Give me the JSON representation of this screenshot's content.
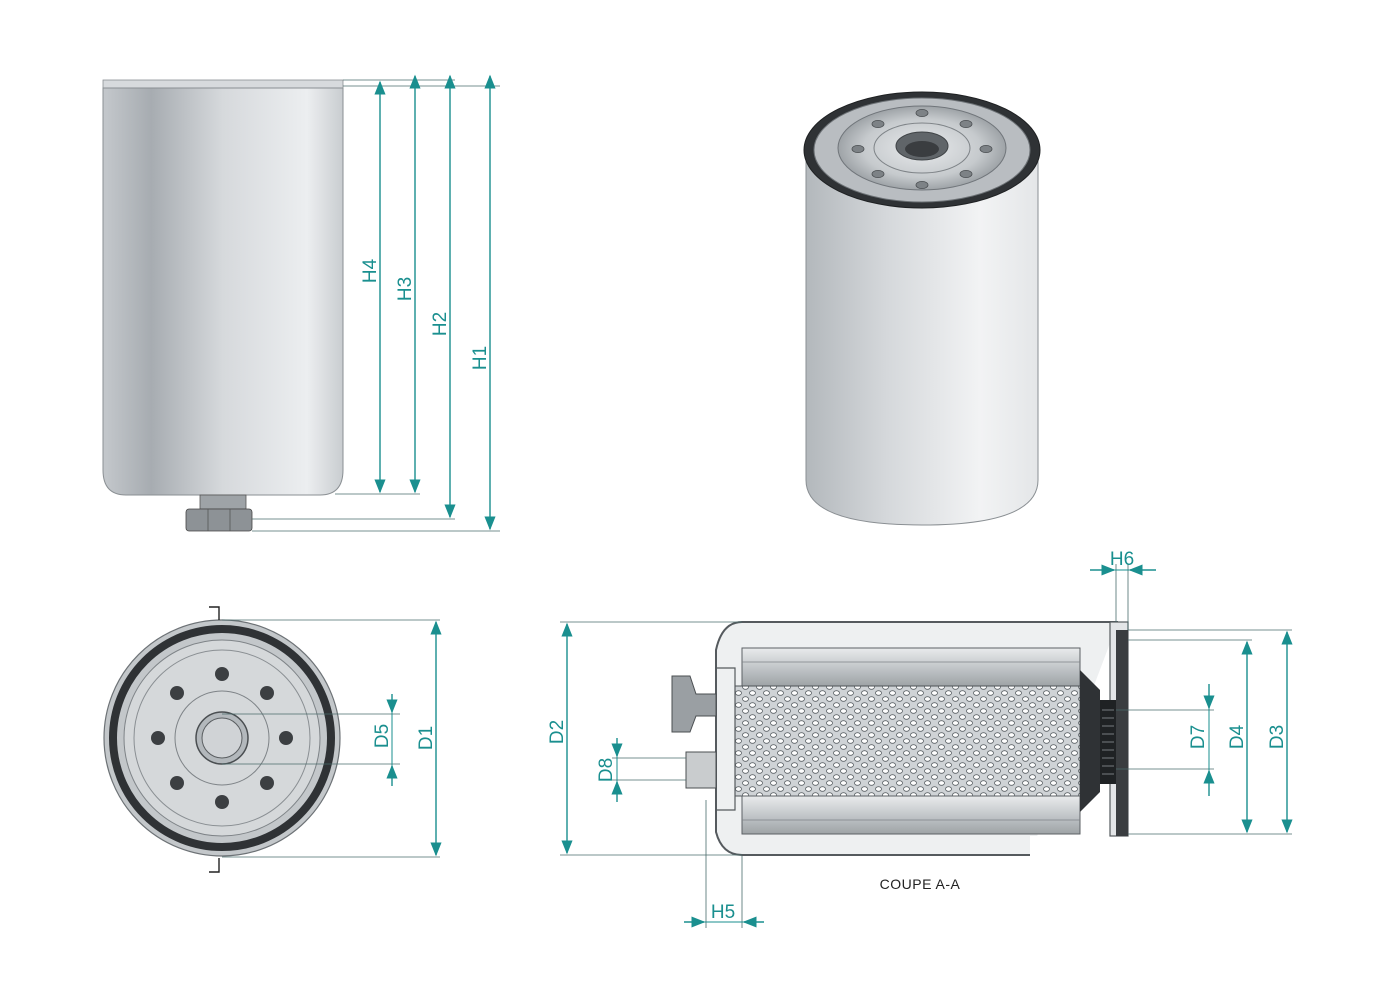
{
  "dimensions": {
    "h1": "H1",
    "h2": "H2",
    "h3": "H3",
    "h4": "H4",
    "h5": "H5",
    "h6": "H6",
    "d1": "D1",
    "d2": "D2",
    "d3": "D3",
    "d4": "D4",
    "d5": "D5",
    "d7": "D7",
    "d8": "D8"
  },
  "section_caption": "COUPE A-A",
  "colors": {
    "dimension": "#1a8f8f",
    "body_light": "#eef0f1",
    "body_dark": "#b9bec2",
    "gasket": "#3a3d40"
  }
}
